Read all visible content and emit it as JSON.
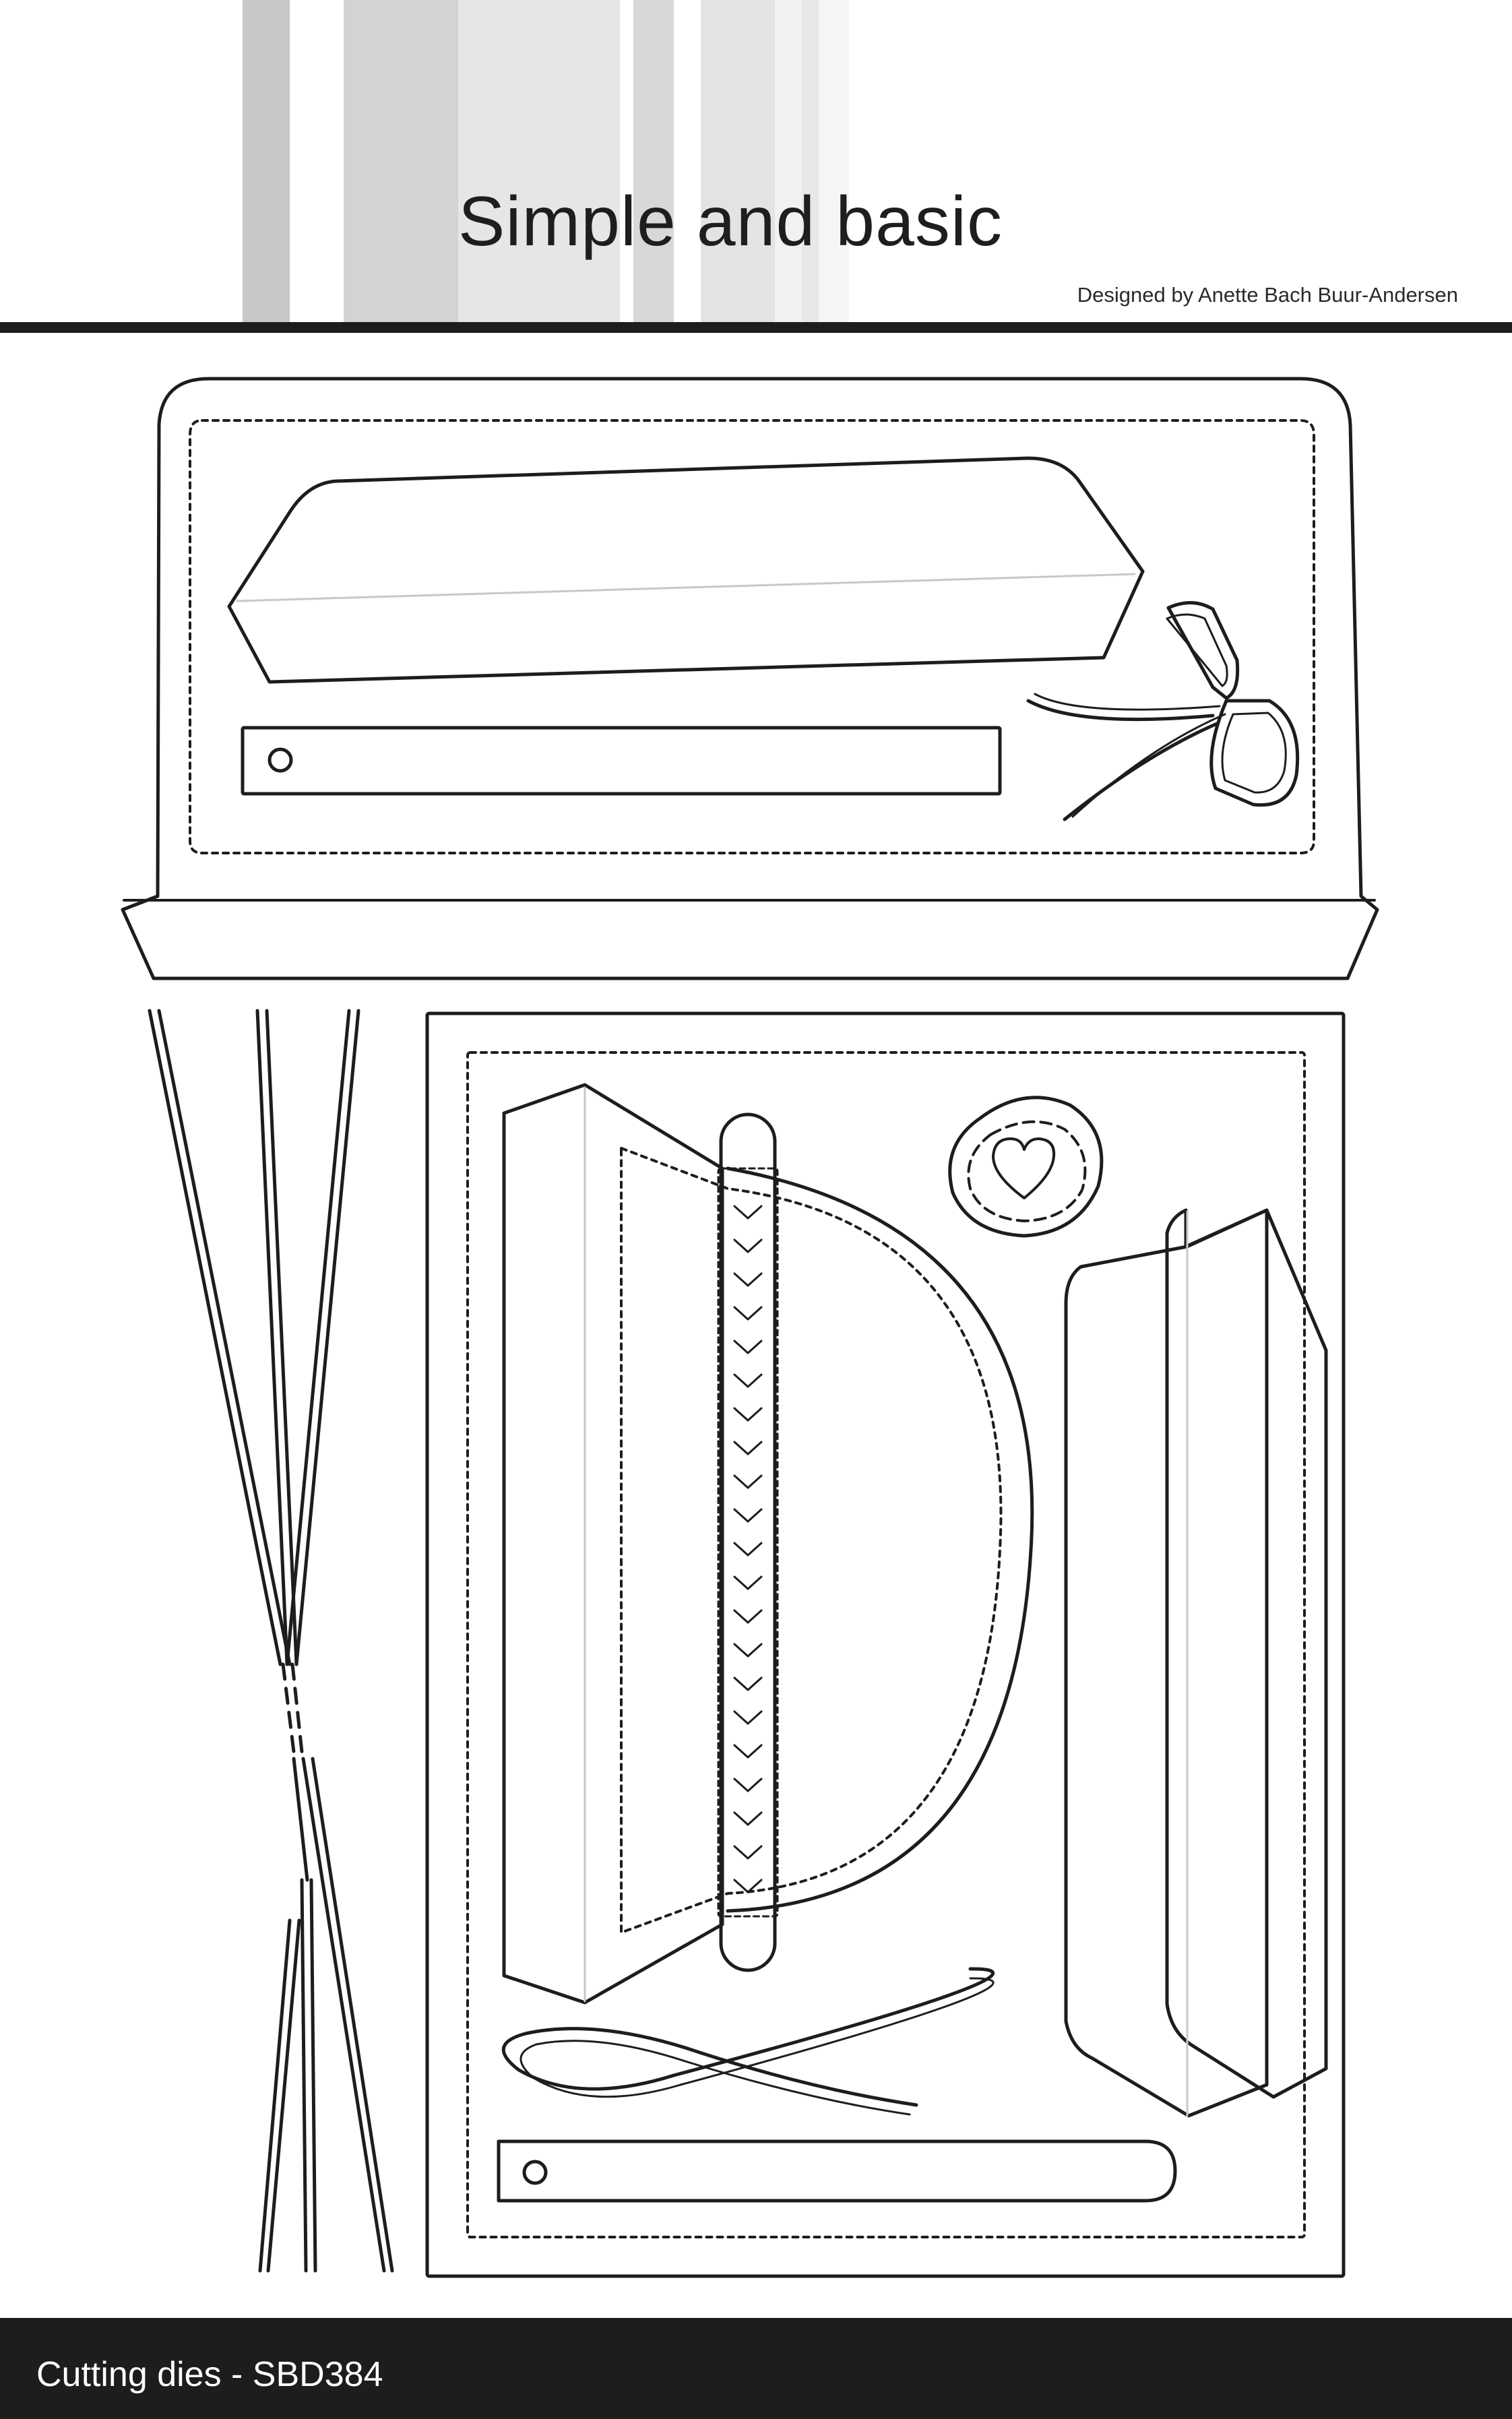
{
  "header": {
    "title": "Simple and basic",
    "designer": "Designed by Anette Bach Buur-Andersen"
  },
  "footer": {
    "label": "Cutting dies - SBD384"
  },
  "colors": {
    "ink": "#1d1d1b",
    "paper": "#ffffff",
    "stripe_light": "#e8e8e8",
    "stripe_mid": "#c8c8c8"
  },
  "icons": [
    "heart-icon",
    "bow-icon"
  ]
}
